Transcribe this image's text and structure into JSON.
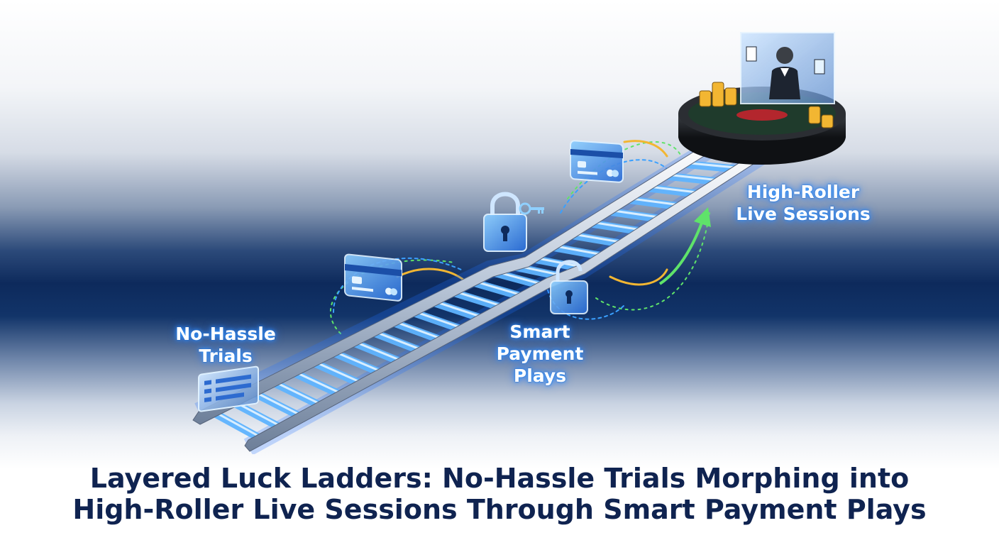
{
  "labels": {
    "trials": "No-Hassle\nTrials",
    "payment": "Smart\nPayment\nPlays",
    "sessions": "High-Roller\nLive Sessions"
  },
  "headline": {
    "line1": "Layered Luck Ladders: No-Hassle Trials Morphing into",
    "line2": "High-Roller Live Sessions Through Smart Payment Plays"
  },
  "colors": {
    "headline": "#0f2350",
    "glow": "#3aa0ff",
    "rung": "#5fb4ff",
    "navy": "#0d2a5c",
    "accent_green": "#5fe36a",
    "accent_gold": "#f2b632"
  },
  "icons": [
    "trial-screen-icon",
    "credit-card-icon",
    "padlock-icon",
    "key-icon",
    "unlocked-padlock-icon",
    "growth-arrow-icon",
    "poker-table-icon",
    "live-dealer-screen-icon",
    "chip-stack-icon"
  ]
}
